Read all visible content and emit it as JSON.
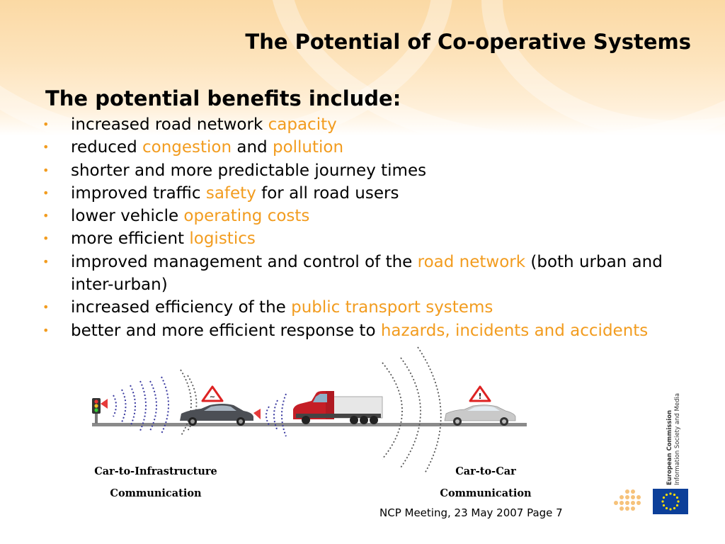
{
  "slide": {
    "title": "The Potential of Co-operative Systems",
    "subtitle": "The potential benefits include:",
    "bullets": [
      {
        "segments": [
          {
            "t": "increased road network ",
            "hl": false
          },
          {
            "t": "capacity",
            "hl": true
          }
        ]
      },
      {
        "segments": [
          {
            "t": "reduced ",
            "hl": false
          },
          {
            "t": "congestion",
            "hl": true
          },
          {
            "t": " and ",
            "hl": false
          },
          {
            "t": "pollution",
            "hl": true
          }
        ]
      },
      {
        "segments": [
          {
            "t": "shorter and more predictable journey times",
            "hl": false
          }
        ]
      },
      {
        "segments": [
          {
            "t": "improved traffic ",
            "hl": false
          },
          {
            "t": "safety",
            "hl": true
          },
          {
            "t": " for all road users",
            "hl": false
          }
        ]
      },
      {
        "segments": [
          {
            "t": "lower vehicle ",
            "hl": false
          },
          {
            "t": "operating costs",
            "hl": true
          }
        ]
      },
      {
        "segments": [
          {
            "t": "more efficient ",
            "hl": false
          },
          {
            "t": "logistics",
            "hl": true
          }
        ]
      },
      {
        "segments": [
          {
            "t": "improved management and control of  the ",
            "hl": false
          },
          {
            "t": "road network",
            "hl": true
          },
          {
            "t": " (both urban and inter-urban)",
            "hl": false
          }
        ]
      },
      {
        "segments": [
          {
            "t": "increased efficiency of the ",
            "hl": false
          },
          {
            "t": "public transport systems",
            "hl": true
          }
        ]
      },
      {
        "segments": [
          {
            "t": "better and more efficient response to ",
            "hl": false
          },
          {
            "t": "hazards, incidents and accidents",
            "hl": true
          }
        ]
      }
    ],
    "bullet_glyph": "•",
    "colors": {
      "highlight": "#f29c1f",
      "band": "#fbd9a4",
      "eu_blue": "#0c3f99",
      "eu_star": "#ffdd00"
    }
  },
  "diagram": {
    "caption_left_line1": "Car-to-Infrastructure",
    "caption_left_line2": "Communication",
    "caption_right_line1": "Car-to-Car",
    "caption_right_line2": "Communication",
    "icons": [
      "traffic-light-icon",
      "warning-sign-icon",
      "dark-car-icon",
      "truck-icon",
      "silver-car-icon",
      "signal-wave-icon"
    ]
  },
  "footer": {
    "text": "NCP Meeting, 23 May 2007 Page 7"
  },
  "logo": {
    "line1": "European Commission",
    "line2": "Information Society and Media"
  }
}
